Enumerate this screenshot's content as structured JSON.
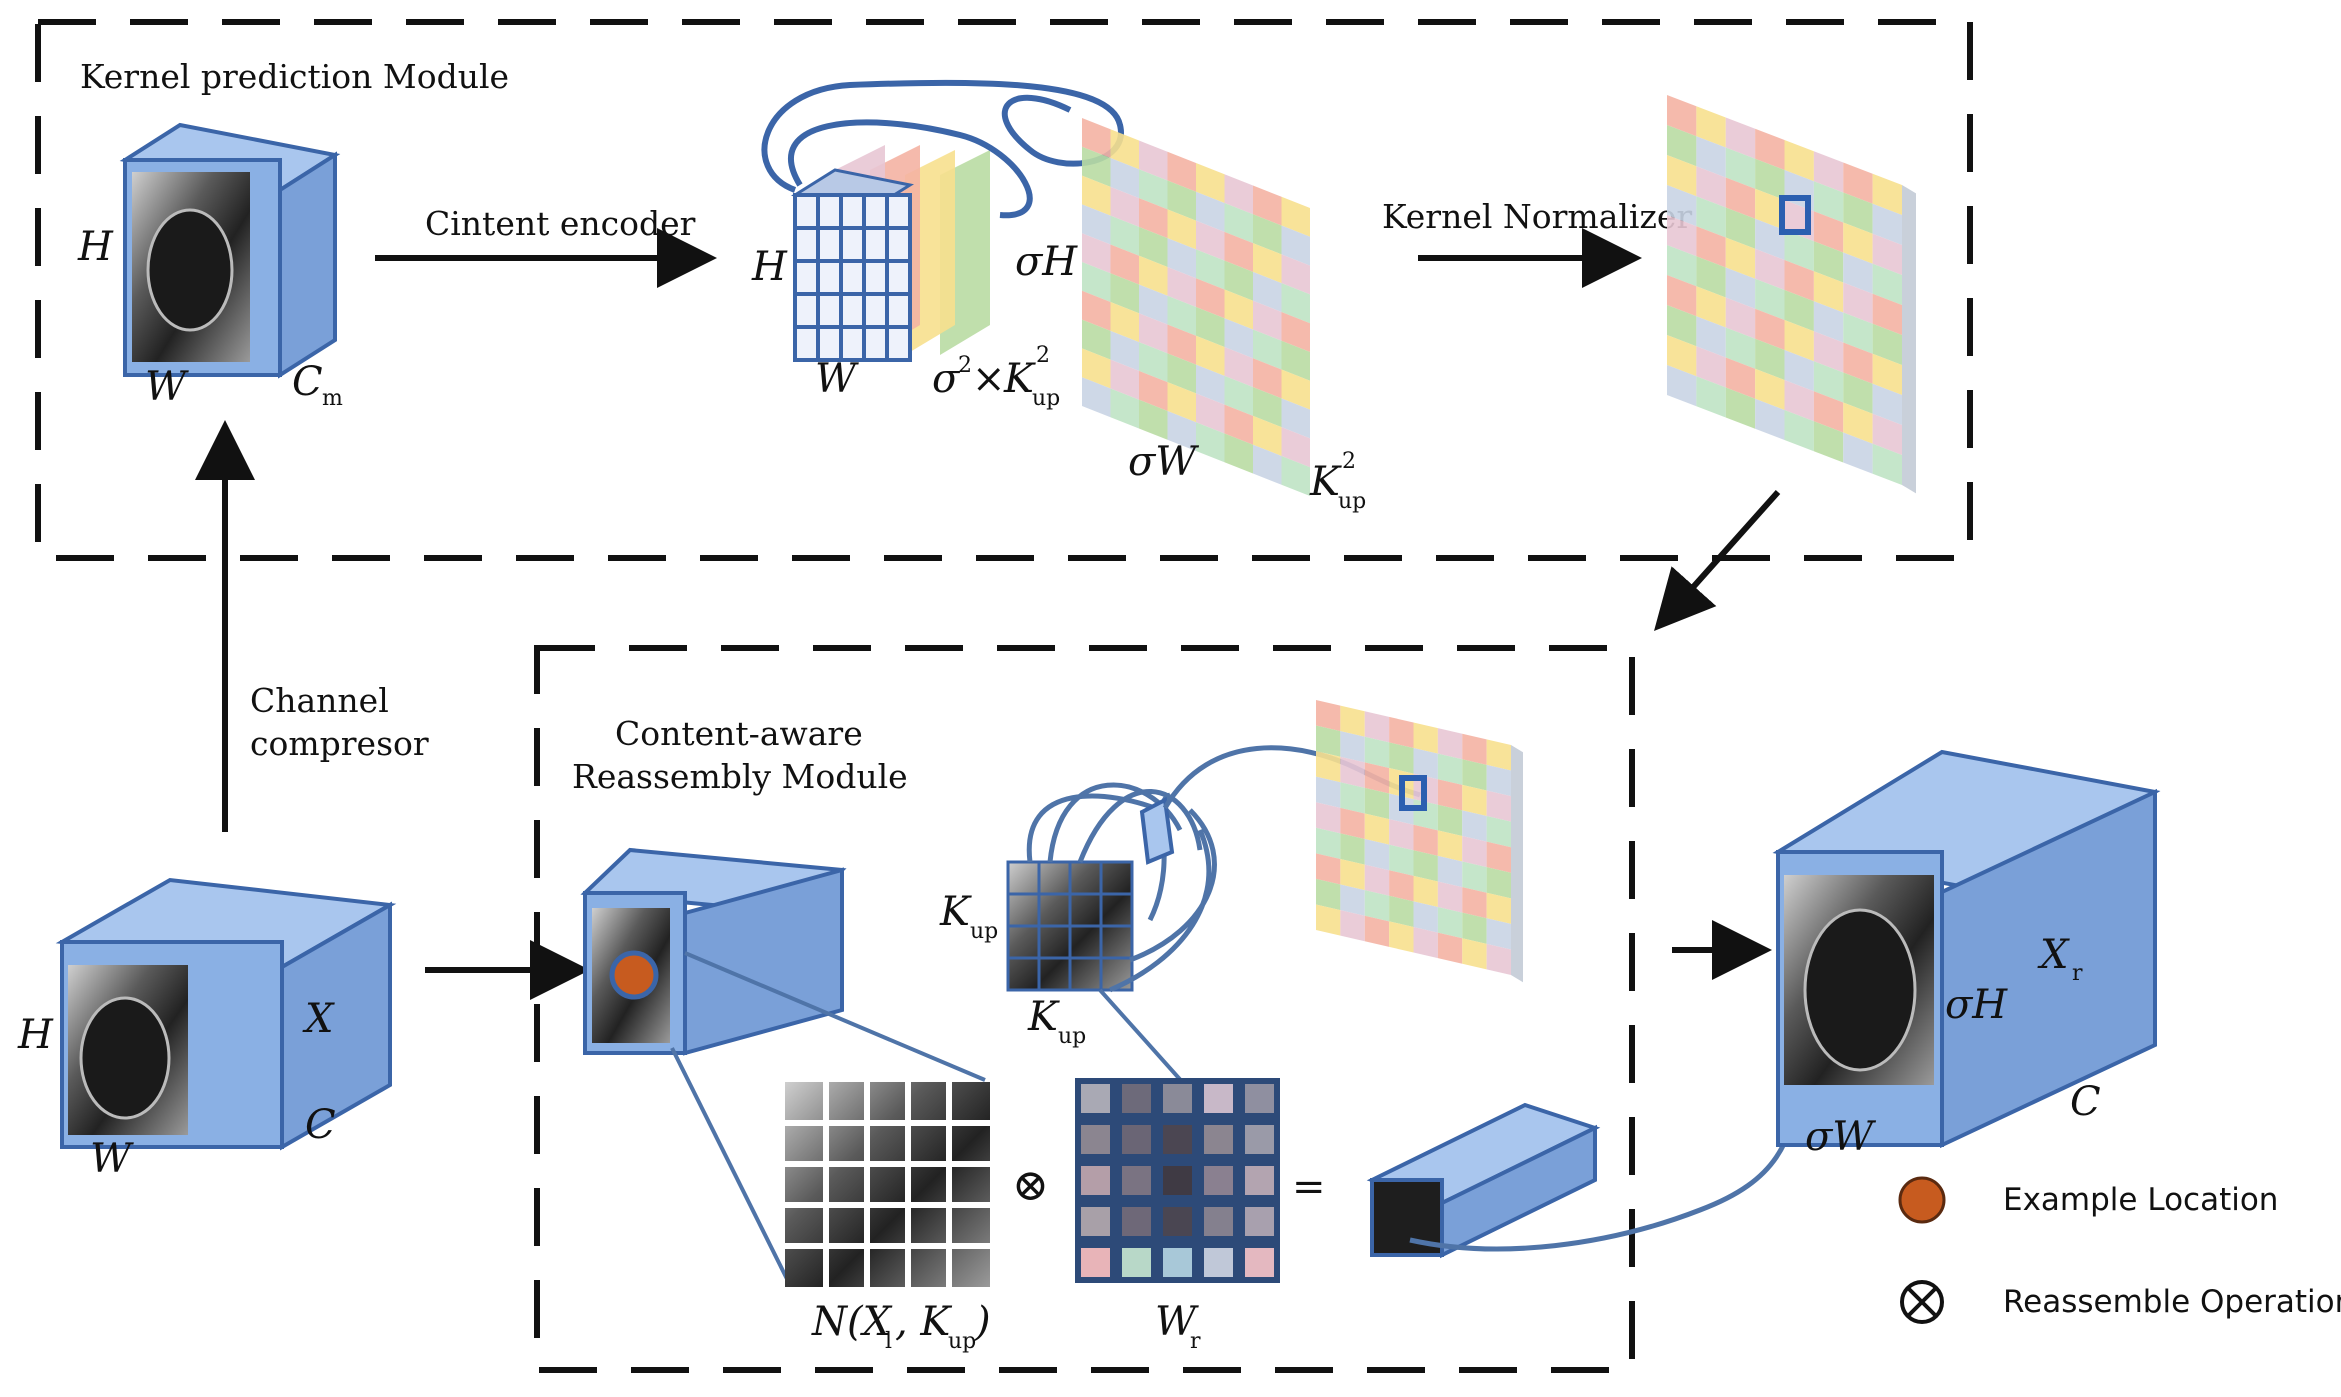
{
  "kpm": {
    "title": "Kernel prediction Module",
    "encoder_label": "Cintent encoder",
    "normalizer_label": "Kernel Normalizer",
    "in_H": "H",
    "in_W": "W",
    "in_C": "C",
    "in_C_sub": "m",
    "enc_H": "H",
    "enc_W": "W",
    "enc_ch_a": "σ",
    "enc_ch_b": "2",
    "enc_ch_c": "×",
    "enc_ch_d": "K",
    "enc_ch_sup": "2",
    "enc_ch_sub": "up",
    "map_sH": "σH",
    "map_sW": "σW",
    "map_K": "K",
    "map_K_sup": "2",
    "map_K_sub": "up"
  },
  "left": {
    "compressor_line1": "Channel",
    "compressor_line2": "compresor",
    "H": "H",
    "W": "W",
    "X": "X",
    "C": "C"
  },
  "carm": {
    "title_line1": "Content-aware",
    "title_line2": "Reassembly Module",
    "Kup_a": "K",
    "Kup_a_sub": "up",
    "Kup_b": "K",
    "Kup_b_sub": "up",
    "nx_a": "N(X",
    "nx_sub_l": "l",
    "nx_b": ", K",
    "nx_sub_up": "up",
    "nx_c": ")",
    "otimes": "⊗",
    "equals": "=",
    "W": "W",
    "W_sub": "r"
  },
  "output": {
    "sH": "σH",
    "sW": "σW",
    "X": "X",
    "X_sub": "r",
    "C": "C"
  },
  "legend": {
    "example_location": "Example Location",
    "reassemble_operation": "Reassemble Operation",
    "otimes": "⊗"
  },
  "colors": {
    "cube_face": "#8ab0e4",
    "cube_top": "#a9c6ee",
    "cube_side": "#7aa0d8",
    "cube_edge": "#3b65a8",
    "location_dot": "#c75b1f",
    "checker": [
      "#f4b3a3",
      "#b9dba3",
      "#f7e08e",
      "#c9d4e4",
      "#e8c6d4",
      "#bfe3c4"
    ]
  }
}
